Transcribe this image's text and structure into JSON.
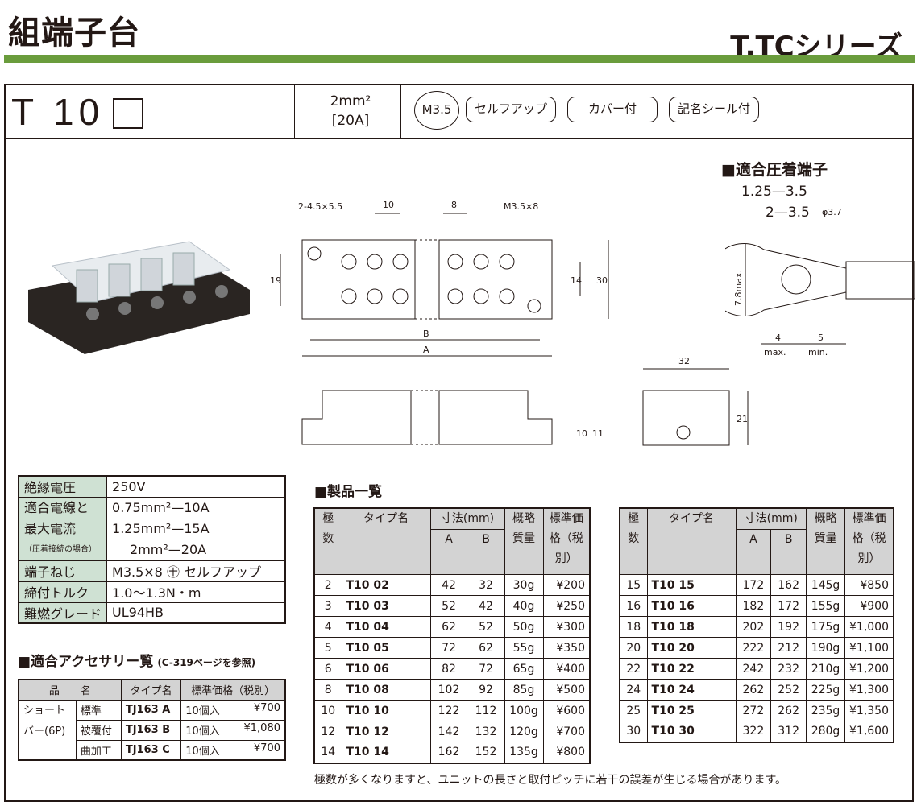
{
  "header": {
    "title": "組端子台",
    "series": "T,TCシリーズ"
  },
  "model": {
    "name": "T 10",
    "wire_size": "2mm²",
    "current": "[20A]"
  },
  "badges": [
    "M3.5",
    "セルフアップ",
    "カバー付",
    "記名シール付"
  ],
  "drawing": {
    "top_view": {
      "hole": "2-4.5×5.5",
      "pitch": "10",
      "pitch2": "8",
      "screw": "M3.5×8",
      "h19": "19",
      "h14": "14",
      "h30": "30",
      "B": "B",
      "A": "A"
    },
    "side_view": {
      "h10": "10",
      "h11": "11"
    },
    "end_view": {
      "w32": "32",
      "h21": "21"
    },
    "crimp": {
      "title": "■適合圧着端子",
      "size1": "1.25—3.5",
      "size2": "2—3.5",
      "phi": "φ3.7",
      "height": "7.8max.",
      "d4": "4",
      "max": "max.",
      "d5": "5",
      "min": "min."
    }
  },
  "specs": [
    {
      "label": "絶縁電圧",
      "value": "250V"
    },
    {
      "label": "適合電線と",
      "label2": "最大電流",
      "label3": "（圧着接続の場合）",
      "values": [
        "0.75mm²—10A",
        "1.25mm²—15A",
        "2mm²—20A"
      ]
    },
    {
      "label": "端子ねじ",
      "value": "M3.5×8 ㊉ セルフアップ"
    },
    {
      "label": "締付トルク",
      "value": "1.0〜1.3N・m"
    },
    {
      "label": "難燃グレード",
      "value": "UL94HB"
    }
  ],
  "accessories": {
    "title": "■適合アクセサリー覧",
    "ref": "(C-319ページを参照)",
    "headers": [
      "品　　名",
      "タイプ名",
      "標準価格（税別）"
    ],
    "group": "ショート",
    "group2": "バー(6P)",
    "rows": [
      {
        "kind": "標準",
        "type": "TJ163 A",
        "qty": "10個入",
        "price": "¥700"
      },
      {
        "kind": "被覆付",
        "type": "TJ163 B",
        "qty": "10個入",
        "price": "¥1,080"
      },
      {
        "kind": "曲加工",
        "type": "TJ163 C",
        "qty": "10個入",
        "price": "¥700"
      }
    ]
  },
  "products": {
    "title": "■製品一覧",
    "headers": {
      "poles": "極数",
      "type": "タイプ名",
      "dim": "寸法(mm)",
      "a": "A",
      "b": "B",
      "mass": "概略質量",
      "price": "標準価格（税別）"
    },
    "table1": [
      [
        "2",
        "T10 02",
        "42",
        "32",
        "30g",
        "¥200"
      ],
      [
        "3",
        "T10 03",
        "52",
        "42",
        "40g",
        "¥250"
      ],
      [
        "4",
        "T10 04",
        "62",
        "52",
        "50g",
        "¥300"
      ],
      [
        "5",
        "T10 05",
        "72",
        "62",
        "55g",
        "¥350"
      ],
      [
        "6",
        "T10 06",
        "82",
        "72",
        "65g",
        "¥400"
      ],
      [
        "8",
        "T10 08",
        "102",
        "92",
        "85g",
        "¥500"
      ],
      [
        "10",
        "T10 10",
        "122",
        "112",
        "100g",
        "¥600"
      ],
      [
        "12",
        "T10 12",
        "142",
        "132",
        "120g",
        "¥700"
      ],
      [
        "14",
        "T10 14",
        "162",
        "152",
        "135g",
        "¥800"
      ]
    ],
    "table2": [
      [
        "15",
        "T10 15",
        "172",
        "162",
        "145g",
        "¥850"
      ],
      [
        "16",
        "T10 16",
        "182",
        "172",
        "155g",
        "¥900"
      ],
      [
        "18",
        "T10 18",
        "202",
        "192",
        "175g",
        "¥1,000"
      ],
      [
        "20",
        "T10 20",
        "222",
        "212",
        "190g",
        "¥1,100"
      ],
      [
        "22",
        "T10 22",
        "242",
        "232",
        "210g",
        "¥1,200"
      ],
      [
        "24",
        "T10 24",
        "262",
        "252",
        "225g",
        "¥1,300"
      ],
      [
        "25",
        "T10 25",
        "272",
        "262",
        "235g",
        "¥1,350"
      ],
      [
        "30",
        "T10 30",
        "322",
        "312",
        "280g",
        "¥1,600"
      ]
    ]
  },
  "note": "極数が多くなりますと、ユニットの長さと取付ピッチに若干の誤差が生じる場合があります。"
}
